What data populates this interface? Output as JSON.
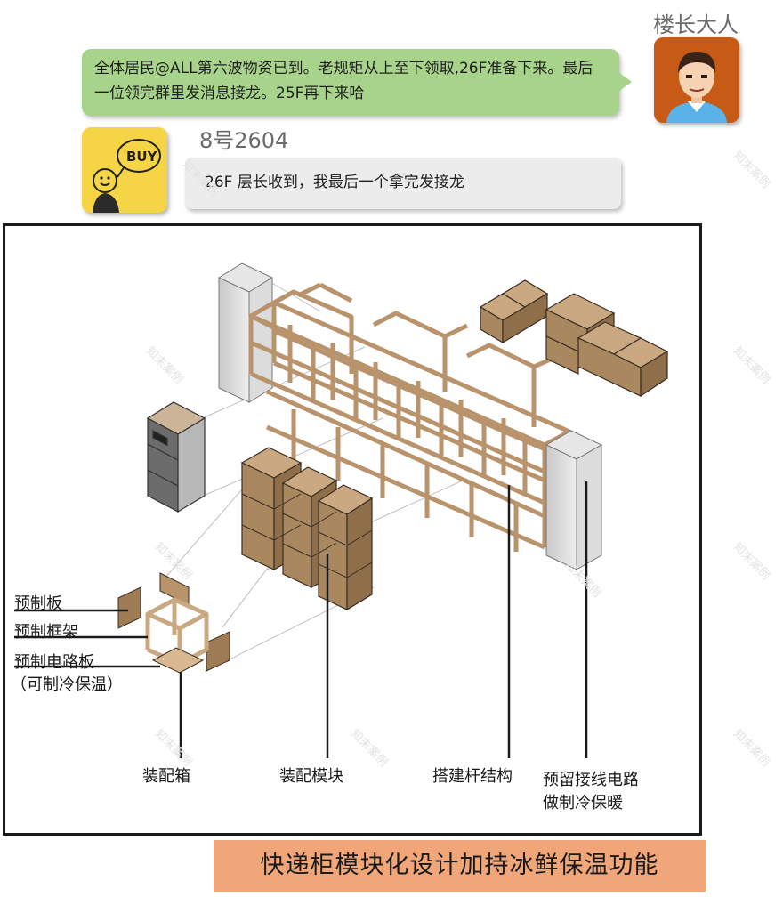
{
  "chat": {
    "messages": [
      {
        "sender": "楼长大人",
        "text": "全体居民@ALL第六波物资已到。老规矩从上至下领取,26F准备下来。最后一位领完群里发消息接龙。25F再下来哈"
      },
      {
        "sender": "8号2604",
        "text": "26F 层长收到，我最后一个拿完发接龙"
      }
    ],
    "avatar_buy_text": "BUY"
  },
  "diagram": {
    "labels": {
      "panel": "预制板",
      "frame": "预制框架",
      "circuit_board": "预制电路板",
      "circuit_note": "（可制冷保温）",
      "box": "装配箱",
      "module": "装配模块",
      "rod_structure": "搭建杆结构",
      "wiring_line1": "预留接线电路",
      "wiring_line2": "做制冷保暖"
    },
    "caption": "快递柜模块化设计加持冰鲜保温功能"
  },
  "watermark": "知末案例",
  "colors": {
    "green_bubble": "#a7d48a",
    "grey_bubble": "#ececec",
    "wood": "#c9a882",
    "caption_bg": "#f0a679"
  }
}
